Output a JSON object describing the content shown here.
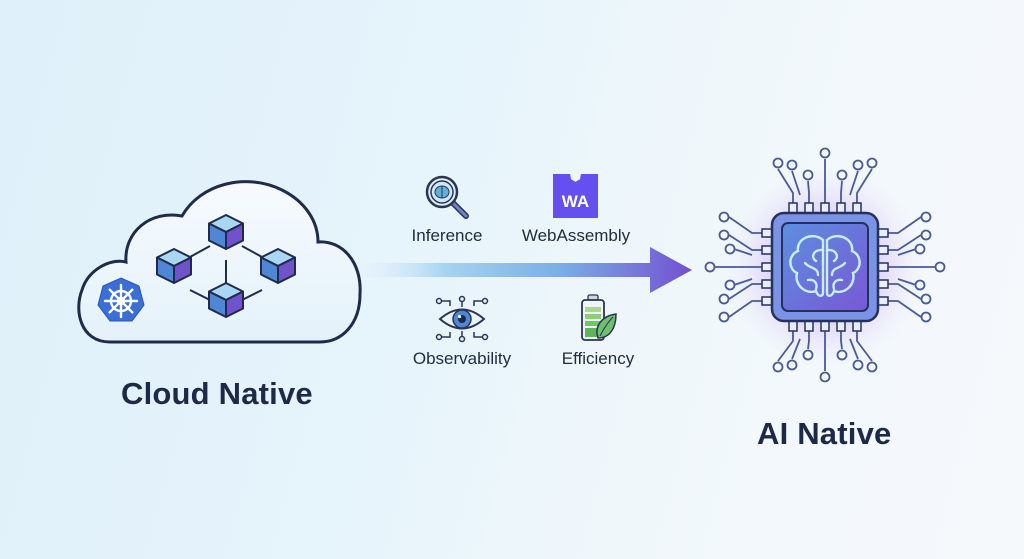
{
  "left": {
    "title": "Cloud Native",
    "icons": [
      "cloud-icon",
      "kubernetes-icon",
      "cube-cluster-icon"
    ]
  },
  "right": {
    "title": "AI Native",
    "icons": [
      "ai-chip-icon",
      "brain-icon"
    ]
  },
  "transition": {
    "icon": "arrow-right-icon",
    "features": [
      {
        "label": "Inference",
        "icon": "magnifier-brain-icon"
      },
      {
        "label": "WebAssembly",
        "icon": "webassembly-icon",
        "icon_text": "WA"
      },
      {
        "label": "Observability",
        "icon": "eye-circuit-icon"
      },
      {
        "label": "Efficiency",
        "icon": "battery-leaf-icon"
      }
    ]
  },
  "colors": {
    "title_text": "#1c2a48",
    "outline": "#1f2b4a",
    "cube_top": "#a9d6f2",
    "cube_left": "#4f86d6",
    "cube_right": "#7052cc",
    "kubernetes_blue": "#326ce5",
    "webassembly_purple": "#654ff0",
    "arrow_start": "#e3f2fb",
    "arrow_mid": "#7cb8e8",
    "arrow_end": "#7655d1",
    "chip_glow": "#b68cf0",
    "chip_fill": "#6c78de",
    "brain_stroke": "#bdeeff",
    "battery_green": "#6cc06e",
    "leaf_green": "#5fb65c"
  }
}
